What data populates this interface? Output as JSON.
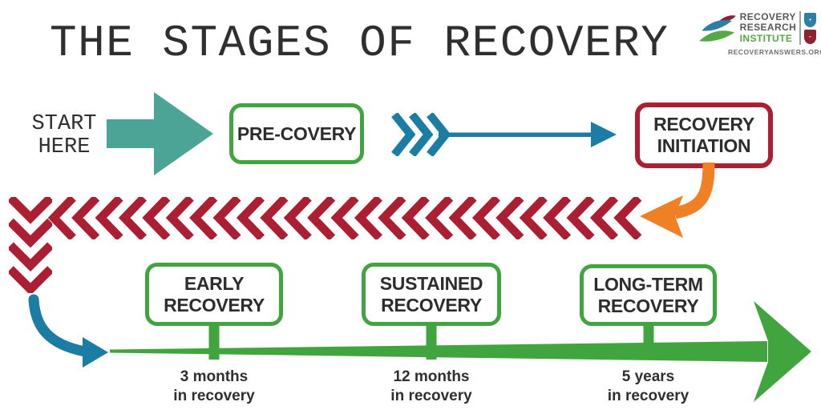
{
  "title": "THE STAGES OF RECOVERY",
  "logo": {
    "name_line1": "RECOVERY",
    "name_line2": "RESEARCH",
    "name_line3": "INSTITUTE",
    "tagline": "RECOVERYANSWERS.ORG"
  },
  "start_here": {
    "line1": "START",
    "line2": "HERE"
  },
  "stages": {
    "precovery": {
      "label": "PRE-COVERY"
    },
    "recovery_initiation": {
      "line1": "RECOVERY",
      "line2": "INITIATION"
    }
  },
  "milestones": [
    {
      "line1": "EARLY",
      "line2": "RECOVERY",
      "time": "3 months",
      "time_suffix": "in recovery"
    },
    {
      "line1": "SUSTAINED",
      "line2": "RECOVERY",
      "time": "12 months",
      "time_suffix": "in recovery"
    },
    {
      "line1": "LONG-TERM",
      "line2": "RECOVERY",
      "time": "5 years",
      "time_suffix": "in recovery"
    }
  ],
  "colors": {
    "teal": "#4BA496",
    "green": "#41A53F",
    "crimson": "#AC1E31",
    "blue": "#1B7CA4",
    "orange": "#F08026",
    "text_dark": "#2F2F2F",
    "logo_gray": "#58595B",
    "logo_green": "#56A746",
    "shield_blue": "#2E7FA5",
    "shield_red": "#8E2231"
  }
}
